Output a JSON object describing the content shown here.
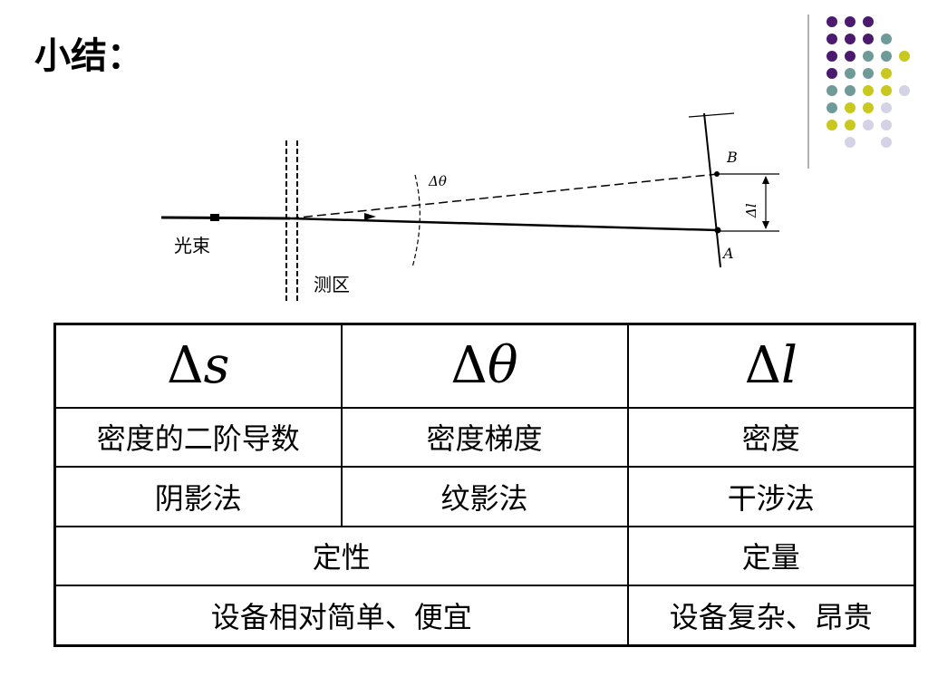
{
  "slide": {
    "title": "小结："
  },
  "diagram": {
    "light_label": "光束",
    "region_label": "测区",
    "angle_label": "Δθ",
    "point_b": "B",
    "point_a": "A",
    "dist_label": "Δl"
  },
  "table": {
    "symbols": [
      {
        "delta": "Δ",
        "var": "s"
      },
      {
        "delta": "Δ",
        "var": "θ"
      },
      {
        "delta": "Δ",
        "var": "l"
      }
    ],
    "measures": [
      "密度的二阶导数",
      "密度梯度",
      "密度"
    ],
    "methods": [
      "阴影法",
      "纹影法",
      "干涉法"
    ],
    "nature": [
      "定性",
      "定量"
    ],
    "equipment": [
      "设备相对简单、便宜",
      "设备复杂、昂贵"
    ]
  },
  "decor": {
    "colors": {
      "purple": "#4b1a6e",
      "teal": "#6e9a98",
      "yellow": "#c8c81e",
      "lavender": "#d4d2e6"
    }
  }
}
